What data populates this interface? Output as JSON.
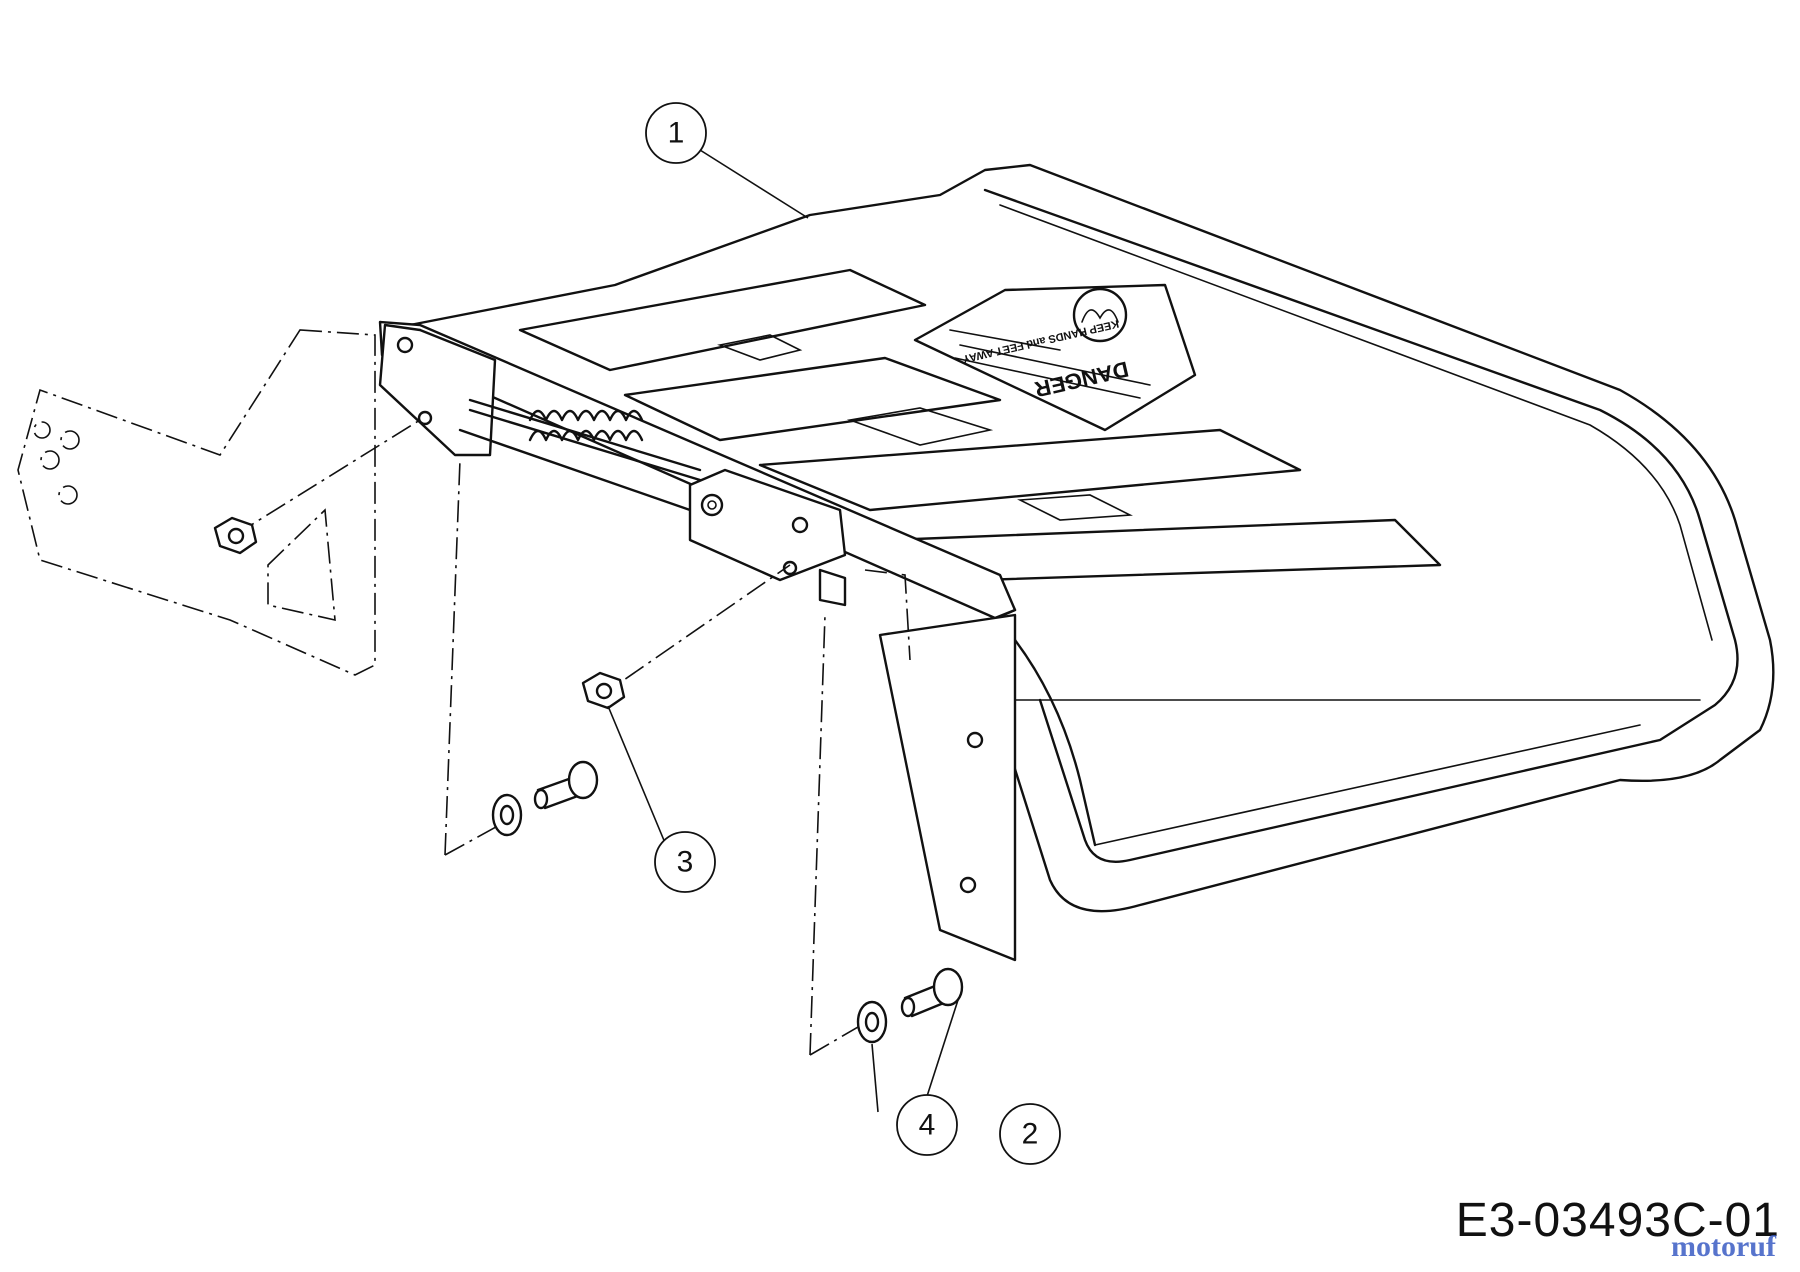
{
  "diagram": {
    "drawing_number": "E3-03493C-01",
    "watermark": "motoruf",
    "warning_label": {
      "heading": "DANGER",
      "line": "KEEP HANDS and FEET AWAY"
    },
    "callouts": [
      {
        "id": "1",
        "label": "1"
      },
      {
        "id": "2",
        "label": "2"
      },
      {
        "id": "3",
        "label": "3"
      },
      {
        "id": "4",
        "label": "4"
      }
    ]
  }
}
